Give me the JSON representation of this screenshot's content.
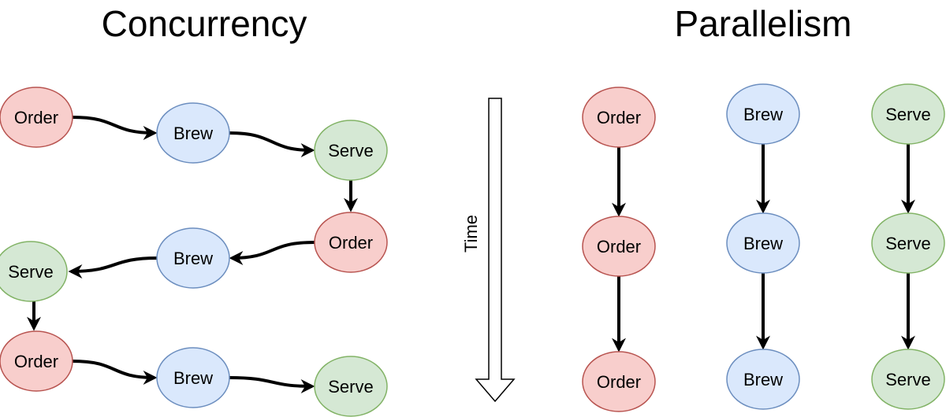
{
  "titles": {
    "concurrency": "Concurrency",
    "parallelism": "Parallelism"
  },
  "time_label": "Time",
  "colors": {
    "order_fill": "#f8cecc",
    "order_stroke": "#b85450",
    "brew_fill": "#dae8fc",
    "brew_stroke": "#6c8ebf",
    "serve_fill": "#d5e8d4",
    "serve_stroke": "#82b366"
  },
  "concurrency": {
    "nodes": [
      {
        "label": "Order",
        "kind": "order"
      },
      {
        "label": "Brew",
        "kind": "brew"
      },
      {
        "label": "Serve",
        "kind": "serve"
      },
      {
        "label": "Order",
        "kind": "order"
      },
      {
        "label": "Brew",
        "kind": "brew"
      },
      {
        "label": "Serve",
        "kind": "serve"
      },
      {
        "label": "Order",
        "kind": "order"
      },
      {
        "label": "Brew",
        "kind": "brew"
      },
      {
        "label": "Serve",
        "kind": "serve"
      }
    ]
  },
  "parallelism": {
    "columns": [
      {
        "nodes": [
          {
            "label": "Order",
            "kind": "order"
          },
          {
            "label": "Order",
            "kind": "order"
          },
          {
            "label": "Order",
            "kind": "order"
          }
        ]
      },
      {
        "nodes": [
          {
            "label": "Brew",
            "kind": "brew"
          },
          {
            "label": "Brew",
            "kind": "brew"
          },
          {
            "label": "Brew",
            "kind": "brew"
          }
        ]
      },
      {
        "nodes": [
          {
            "label": "Serve",
            "kind": "serve"
          },
          {
            "label": "Serve",
            "kind": "serve"
          },
          {
            "label": "Serve",
            "kind": "serve"
          }
        ]
      }
    ]
  }
}
